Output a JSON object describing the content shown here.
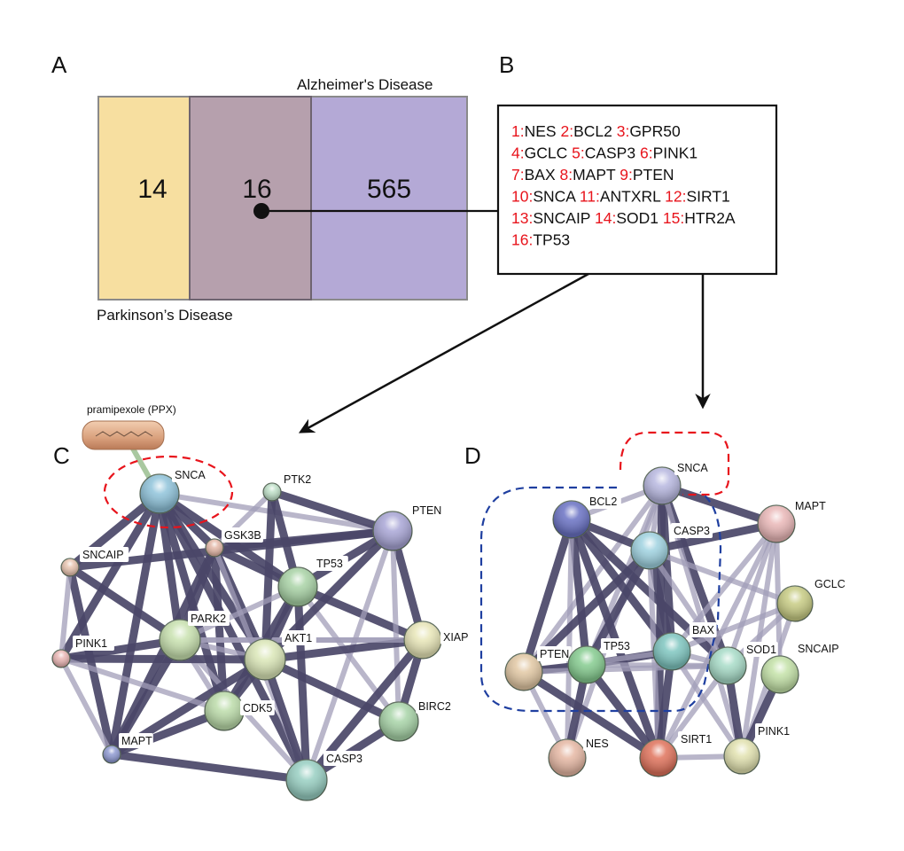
{
  "panels": {
    "A": "A",
    "B": "B",
    "C": "C",
    "D": "D"
  },
  "venn": {
    "left_set_label": "Parkinson’s Disease",
    "right_set_label": "Alzheimer's Disease",
    "left_only_count": "14",
    "overlap_count": "16",
    "right_only_count": "565",
    "colors": {
      "left_only": "#f7dfa0",
      "overlap": "#b6a0ad",
      "right_only": "#b4a9d6",
      "border": "#8a8a8a"
    }
  },
  "gene_list": {
    "lines": [
      [
        {
          "num": "1:",
          "name": "NES"
        },
        {
          "num": "2:",
          "name": "BCL2"
        },
        {
          "num": "3:",
          "name": "GPR50"
        }
      ],
      [
        {
          "num": "4:",
          "name": "GCLC"
        },
        {
          "num": "5:",
          "name": "CASP3"
        },
        {
          "num": "6:",
          "name": "PINK1"
        }
      ],
      [
        {
          "num": "7:",
          "name": "BAX"
        },
        {
          "num": "8:",
          "name": "MAPT"
        },
        {
          "num": "9:",
          "name": "PTEN"
        }
      ],
      [
        {
          "num": "10:",
          "name": "SNCA"
        },
        {
          "num": "11:",
          "name": "ANTXRL"
        },
        {
          "num": "12:",
          "name": "SIRT1"
        }
      ],
      [
        {
          "num": "13:",
          "name": "SNCAIP"
        },
        {
          "num": "14:",
          "name": "SOD1"
        },
        {
          "num": "15:",
          "name": "HTR2A"
        }
      ],
      [
        {
          "num": "16:",
          "name": "TP53"
        }
      ]
    ],
    "number_color": "#e8141c"
  },
  "network_c": {
    "drug_label": "pramipexole (PPX)",
    "highlight_color": "#e8141c",
    "nodes": [
      {
        "id": "SNCA",
        "label": "SNCA",
        "color": "#8fc3da",
        "size": "large"
      },
      {
        "id": "PTK2",
        "label": "PTK2",
        "color": "#bfe0c8",
        "size": "small"
      },
      {
        "id": "PTEN",
        "label": "PTEN",
        "color": "#a9a6d6",
        "size": "large"
      },
      {
        "id": "GSK3B",
        "label": "GSK3B",
        "color": "#e4b8a8",
        "size": "small"
      },
      {
        "id": "SNCAIP",
        "label": "SNCAIP",
        "color": "#e8c4b0",
        "size": "small"
      },
      {
        "id": "TP53",
        "label": "TP53",
        "color": "#a9d3a6",
        "size": "large"
      },
      {
        "id": "PARK2",
        "label": "PARK2",
        "color": "#c9e2b0",
        "size": "large"
      },
      {
        "id": "AKT1",
        "label": "AKT1",
        "color": "#dbe7b8",
        "size": "large"
      },
      {
        "id": "XIAP",
        "label": "XIAP",
        "color": "#e8e6b8",
        "size": "large"
      },
      {
        "id": "PINK1",
        "label": "PINK1",
        "color": "#eab6b4",
        "size": "small"
      },
      {
        "id": "CDK5",
        "label": "CDK5",
        "color": "#bcdcaa",
        "size": "large"
      },
      {
        "id": "BIRC2",
        "label": "BIRC2",
        "color": "#a8d4a8",
        "size": "large"
      },
      {
        "id": "MAPT",
        "label": "MAPT",
        "color": "#8f9ad2",
        "size": "small"
      },
      {
        "id": "CASP3",
        "label": "CASP3",
        "color": "#98cfc2",
        "size": "large"
      }
    ]
  },
  "network_d": {
    "highlight_snca_color": "#e8141c",
    "highlight_cluster_color": "#1f3fa0",
    "nodes": [
      {
        "id": "SNCA",
        "label": "SNCA",
        "color": "#b8b8e0"
      },
      {
        "id": "BCL2",
        "label": "BCL2",
        "color": "#6a72c4"
      },
      {
        "id": "MAPT",
        "label": "MAPT",
        "color": "#eab8b8"
      },
      {
        "id": "CASP3",
        "label": "CASP3",
        "color": "#9fd2e0"
      },
      {
        "id": "GCLC",
        "label": "GCLC",
        "color": "#c8cc84"
      },
      {
        "id": "BAX",
        "label": "BAX",
        "color": "#7fc6c0"
      },
      {
        "id": "PTEN",
        "label": "PTEN",
        "color": "#e2c8a4"
      },
      {
        "id": "TP53",
        "label": "TP53",
        "color": "#86cc90"
      },
      {
        "id": "SOD1",
        "label": "SOD1",
        "color": "#a8dcc8"
      },
      {
        "id": "SNCAIP",
        "label": "SNCAIP",
        "color": "#c4e2a8"
      },
      {
        "id": "NES",
        "label": "NES",
        "color": "#e6b8a4"
      },
      {
        "id": "SIRT1",
        "label": "SIRT1",
        "color": "#e0735c"
      },
      {
        "id": "PINK1",
        "label": "PINK1",
        "color": "#e2e2b0"
      }
    ]
  }
}
